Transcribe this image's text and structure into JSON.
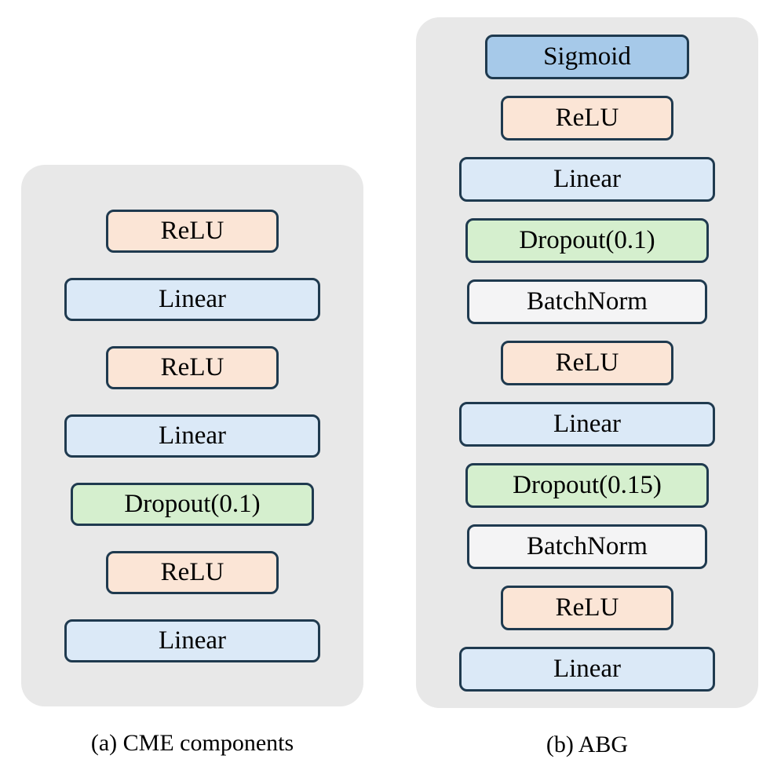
{
  "colors": {
    "panel_bg": "#e8e8e8",
    "box_border": "#1f3a4f",
    "text": "#000000",
    "relu_fill": "#fbe5d6",
    "linear_fill": "#dbe9f7",
    "sigmoid_fill": "#a6c9e9",
    "dropout_fill": "#d5efce",
    "batchnorm_fill": "#f4f4f5",
    "page_bg": "#ffffff"
  },
  "panels": [
    {
      "caption": "(a) CME components",
      "layers": [
        {
          "label": "ReLU",
          "type": "relu"
        },
        {
          "label": "Linear",
          "type": "linear"
        },
        {
          "label": "ReLU",
          "type": "relu"
        },
        {
          "label": "Linear",
          "type": "linear"
        },
        {
          "label": "Dropout(0.1)",
          "type": "dropout"
        },
        {
          "label": "ReLU",
          "type": "relu"
        },
        {
          "label": "Linear",
          "type": "linear"
        }
      ]
    },
    {
      "caption": "(b) ABG",
      "layers": [
        {
          "label": "Sigmoid",
          "type": "sigmoid"
        },
        {
          "label": "ReLU",
          "type": "relu"
        },
        {
          "label": "Linear",
          "type": "linear"
        },
        {
          "label": "Dropout(0.1)",
          "type": "dropout"
        },
        {
          "label": "BatchNorm",
          "type": "batchnorm"
        },
        {
          "label": "ReLU",
          "type": "relu"
        },
        {
          "label": "Linear",
          "type": "linear"
        },
        {
          "label": "Dropout(0.15)",
          "type": "dropout"
        },
        {
          "label": "BatchNorm",
          "type": "batchnorm"
        },
        {
          "label": "ReLU",
          "type": "relu"
        },
        {
          "label": "Linear",
          "type": "linear"
        }
      ]
    }
  ]
}
